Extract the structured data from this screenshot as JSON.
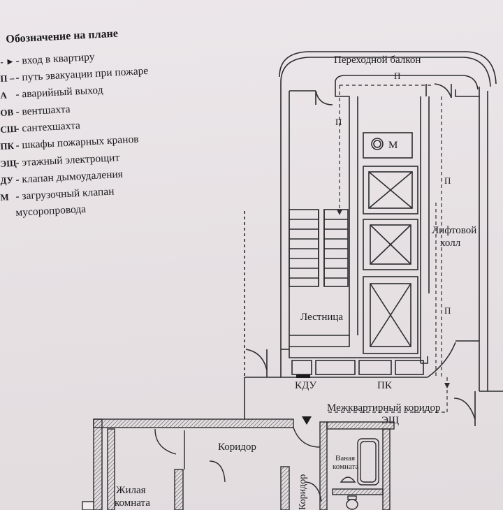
{
  "legend": {
    "title": "Обозначение на плане",
    "items": [
      {
        "symbol": "- ►",
        "text": "- вход в квартиру"
      },
      {
        "symbol": "П –",
        "text": "- путь эвакуации при пожаре"
      },
      {
        "symbol": "А",
        "text": "- аварийный выход"
      },
      {
        "symbol": "ОВ",
        "text": "- вентшахта"
      },
      {
        "symbol": "СШ",
        "text": "- сантехшахта"
      },
      {
        "symbol": "ПК",
        "text": "- шкафы пожарных кранов"
      },
      {
        "symbol": "ЭЩ",
        "text": "- этажный электрощит"
      },
      {
        "symbol": "ДУ",
        "text": "- клапан дымоудаления"
      },
      {
        "symbol": "М",
        "text": "- загрузочный клапан"
      },
      {
        "symbol": "",
        "text": "мусоропровода"
      }
    ]
  },
  "plan": {
    "balcony": "Переходной балкон",
    "p_mark": "П",
    "m_mark": "М",
    "lift_hall_1": "Лифтовой",
    "lift_hall_2": "холл",
    "stairs": "Лестница",
    "kdu": "КДУ",
    "pk": "ПК",
    "corridor_inter": "Межквартирный коридор",
    "eshch": "ЭЩ",
    "corridor": "Коридор",
    "bath_1": "Ваная",
    "bath_2": "комната",
    "corridor_vert": "Коридор",
    "living_1": "Жилая",
    "living_2": "комната"
  }
}
